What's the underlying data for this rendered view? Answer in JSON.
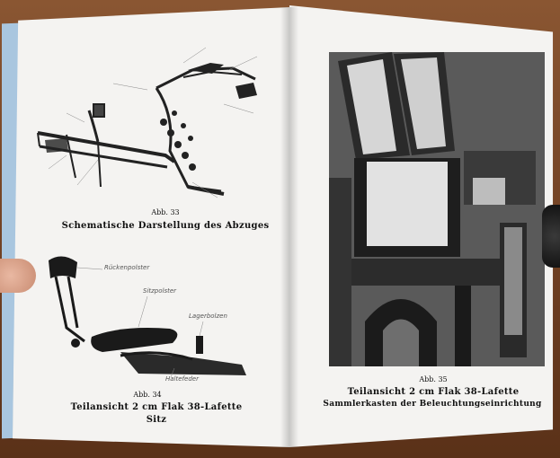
{
  "left_page": {
    "fig33": {
      "number": "Abb. 33",
      "title": "Schematische Darstellung des Abzuges"
    },
    "fig34": {
      "number": "Abb. 34",
      "title_line1": "Teilansicht 2 cm Flak 38-Lafette",
      "title_line2": "Sitz",
      "labels": {
        "back": "Rückenpolster",
        "seat": "Sitzpolster",
        "pin": "Lagerbolzen",
        "spring": "Haltefeder"
      }
    }
  },
  "right_page": {
    "fig35": {
      "number": "Abb. 35",
      "title_line1": "Teilansicht 2 cm Flak 38-Lafette",
      "title_line2": "Sammlerkasten der Beleuchtungseinrichtung"
    }
  }
}
